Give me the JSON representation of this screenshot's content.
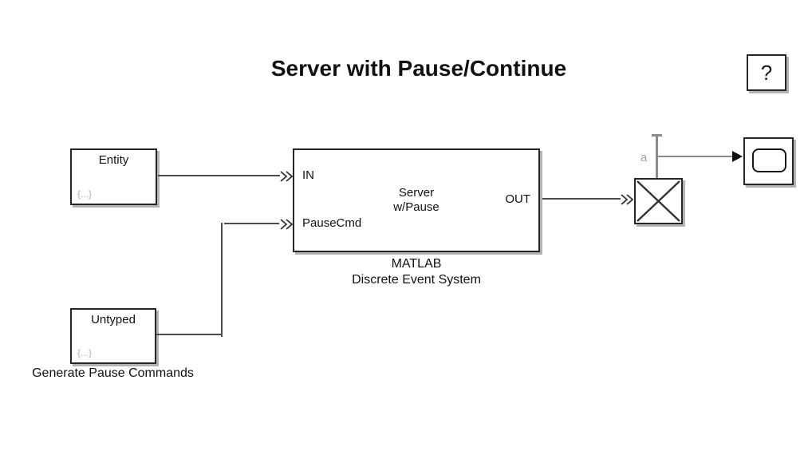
{
  "title": "Server with Pause/Continue",
  "help": {
    "label": "?"
  },
  "diagram": {
    "entity_block": {
      "label": "Entity",
      "badge": "{...}"
    },
    "untyped_block": {
      "label": "Untyped",
      "badge": "{...}",
      "caption": "Generate Pause Commands"
    },
    "server_block": {
      "name_line1": "Server",
      "name_line2": "w/Pause",
      "ports": {
        "in": "IN",
        "pause": "PauseCmd",
        "out": "OUT"
      },
      "caption_line1": "MATLAB",
      "caption_line2": "Discrete Event System"
    },
    "signal_tag": {
      "label": "a"
    }
  },
  "colors": {
    "block_border": "#262626",
    "entity_wire": "#4d4d4d",
    "signal_wire": "#8c8c8c",
    "block_shadow": "#b3b3b3",
    "muted_text": "#a3a3a3"
  }
}
